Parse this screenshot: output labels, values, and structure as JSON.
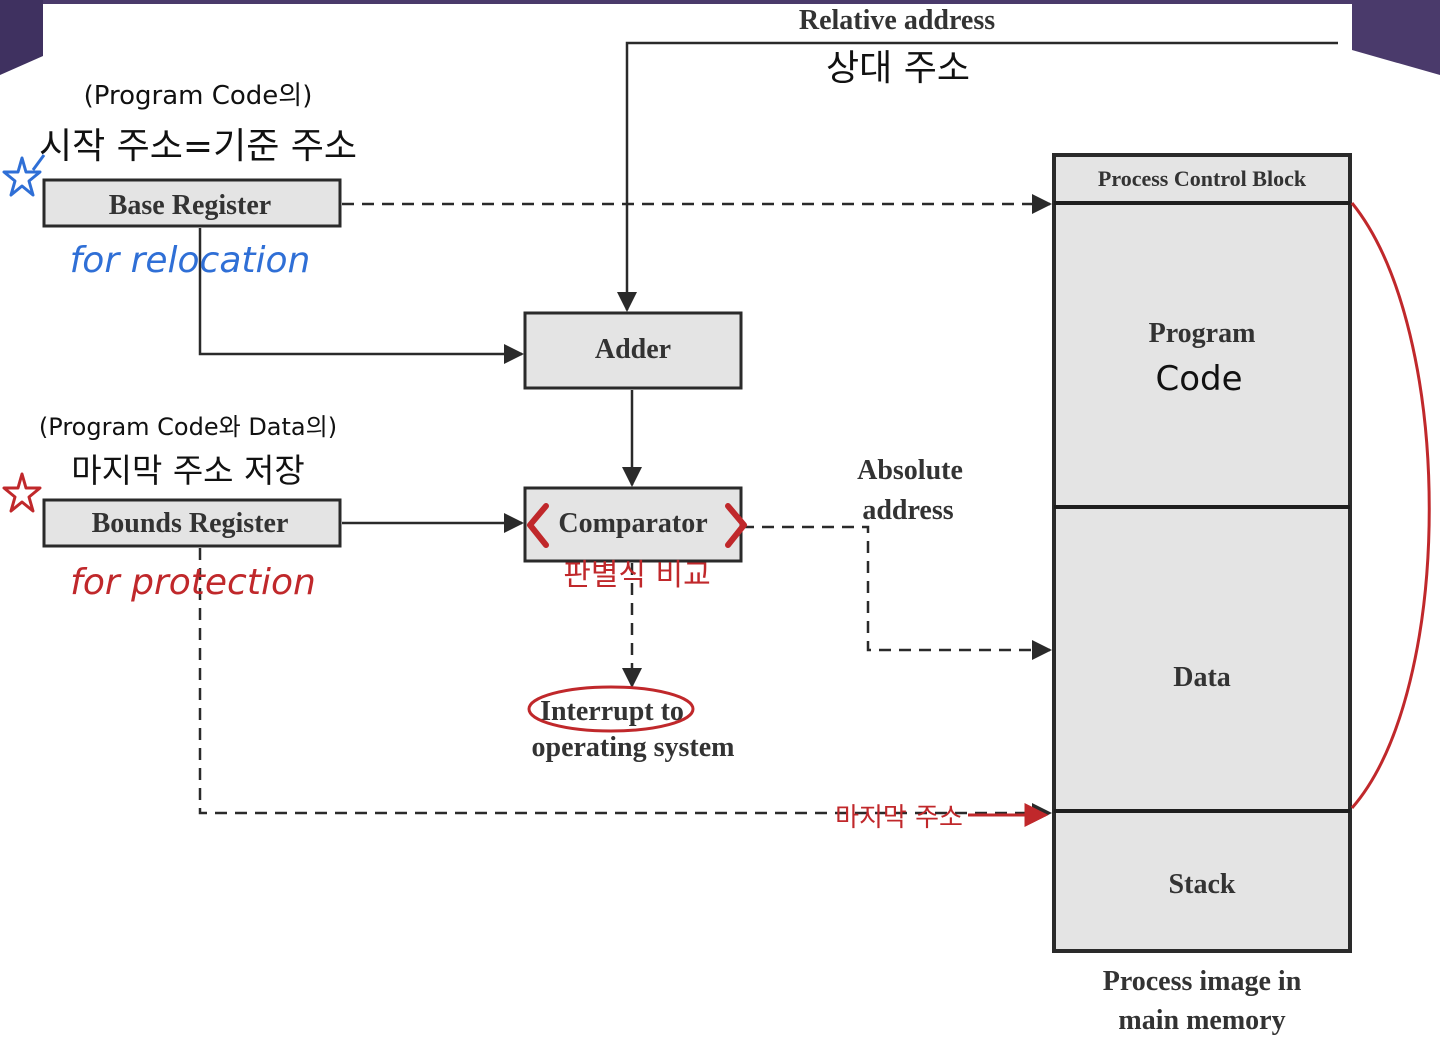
{
  "slide": {
    "accent_color": "#4a3a6b"
  },
  "diagram": {
    "relative_address_label": "Relative address",
    "base_register_label": "Base Register",
    "bounds_register_label": "Bounds Register",
    "adder_label": "Adder",
    "comparator_label": "Comparator",
    "absolute_address_line1": "Absolute",
    "absolute_address_line2": "address",
    "interrupt_word": "Interrupt",
    "interrupt_rest": " to",
    "interrupt_line2": "operating system",
    "pcb_label": "Process Control Block",
    "program_label": "Program",
    "data_label": "Data",
    "stack_label": "Stack",
    "caption_line1": "Process image in",
    "caption_line2": "main memory"
  },
  "annotations": {
    "relative_ko": "상대 주소",
    "base_note_line1": "(Program Code의)",
    "base_note_line2": "시작 주소=기준 주소",
    "base_purpose": "for relocation",
    "bounds_note_line1": "(Program Code와 Data의)",
    "bounds_note_line2": "마지막 주소 저장",
    "bounds_purpose": "for protection",
    "comparator_ko": "판별식 비교",
    "last_address_ko": "마지막 주소",
    "program_code_note": "Code",
    "colors": {
      "blue": "#2f6fd6",
      "red": "#c0282b",
      "black": "#111111"
    }
  }
}
